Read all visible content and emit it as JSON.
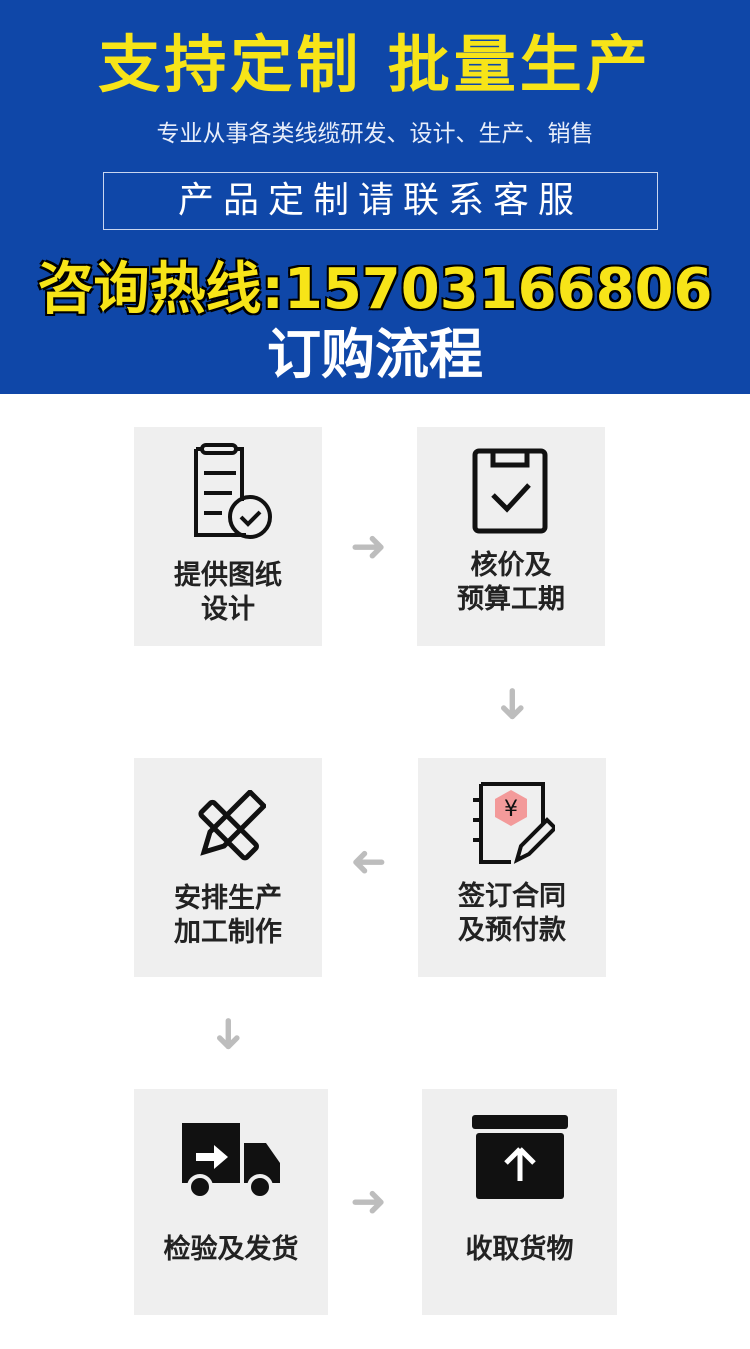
{
  "header": {
    "headline": "支持定制 批量生产",
    "subtitle": "专业从事各类线缆研发、设计、生产、销售",
    "custom_notice": "产品定制请联系客服",
    "hotline": "咨询热线:15703166806",
    "section_title": "订购流程"
  },
  "steps": [
    {
      "line1": "提供图纸",
      "line2": "设计",
      "icon": "clipboard-check-icon"
    },
    {
      "line1": "核价及",
      "line2": "预算工期",
      "icon": "clipboard-tick-icon"
    },
    {
      "line1": "签订合同",
      "line2": "及预付款",
      "icon": "contract-yen-icon"
    },
    {
      "line1": "安排生产",
      "line2": "加工制作",
      "icon": "pencil-ruler-icon"
    },
    {
      "line1": "检验及发货",
      "line2": "",
      "icon": "truck-icon"
    },
    {
      "line1": "收取货物",
      "line2": "",
      "icon": "box-receive-icon"
    }
  ],
  "colors": {
    "header_bg": "#0f47a8",
    "accent": "#f7e418",
    "card_bg": "#efefef"
  }
}
